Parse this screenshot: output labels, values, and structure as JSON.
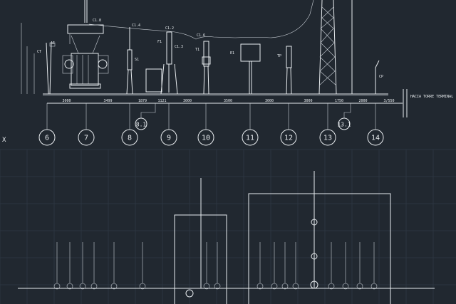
{
  "drawing": {
    "terminal_label": "HACIA TORRE TERMINAL",
    "axis_labels": [
      "6",
      "7",
      "8",
      "8.1",
      "9",
      "10",
      "11",
      "12",
      "13",
      "13.1",
      "14"
    ],
    "dimensions": [
      "3000",
      "3499",
      "1879",
      "1121",
      "3000",
      "3500",
      "3000",
      "3000",
      "1750",
      "2000",
      "3/550"
    ],
    "equipment_tags": [
      "C1.8",
      "C1.4",
      "C1.2",
      "C1.6",
      "C1.3",
      "F1",
      "S1",
      "T1",
      "E1",
      "TP",
      "CP",
      "AI",
      "CT"
    ],
    "ucs_icon": "X"
  },
  "colors": {
    "background": "#212830",
    "lines": "#e8ecef",
    "grid": "#2c3540"
  }
}
